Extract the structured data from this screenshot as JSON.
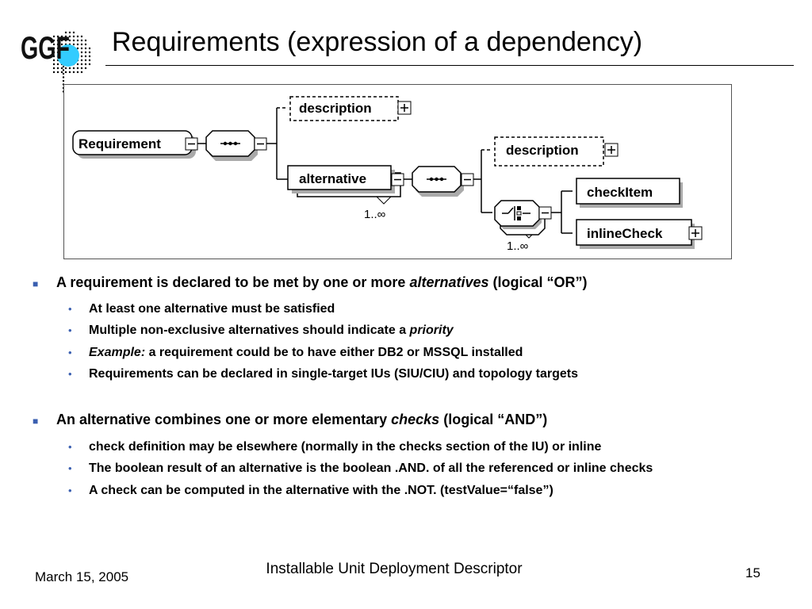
{
  "slide": {
    "title": "Requirements (expression of a dependency)",
    "logo_text": "GGF",
    "diagram": {
      "requirement": "Requirement",
      "description_1": "description",
      "alternative": "alternative",
      "alternative_mult": "1..∞",
      "description_2": "description",
      "check_item": "checkItem",
      "inline_check": "inlineCheck",
      "choice_mult": "1..∞"
    },
    "bullets": [
      {
        "pre": "A requirement is declared to be met by one or more ",
        "em": "alternatives",
        "post": " (logical “OR”)",
        "sub": [
          {
            "pre": "At least one alternative must be satisfied",
            "em": "",
            "post": ""
          },
          {
            "pre": "Multiple non-exclusive alternatives should indicate a ",
            "em": "priority",
            "post": ""
          },
          {
            "pre": "",
            "em": "Example:",
            "post": " a requirement could be to have either DB2 or MSSQL installed"
          },
          {
            "pre": "Requirements can be declared in single-target IUs (SIU/CIU) and topology targets",
            "em": "",
            "post": ""
          }
        ]
      },
      {
        "pre": "An alternative combines one or more elementary ",
        "em": "checks",
        "post": " (logical “AND”)",
        "sub": [
          {
            "pre": "check definition may be elsewhere (normally in the checks section of the IU) or inline",
            "em": "",
            "post": ""
          },
          {
            "pre": "The boolean result of an alternative is the boolean .AND. of all the referenced or inline checks",
            "em": "",
            "post": ""
          },
          {
            "pre": "A check can be computed in the alternative with the .NOT. (testValue=“false”)",
            "em": "",
            "post": ""
          }
        ]
      }
    ]
  },
  "footer": {
    "date": "March 15, 2005",
    "title": "Installable Unit Deployment Descriptor",
    "page": "15"
  },
  "colors": {
    "bullet": "#3a5fb0",
    "logo_dots": "#000000",
    "logo_highlight": "#33ccff"
  },
  "icons": [
    "ggf-logo",
    "square-bullet-icon",
    "round-bullet-icon",
    "expand-icon",
    "collapse-icon",
    "sequence-icon",
    "choice-icon"
  ]
}
